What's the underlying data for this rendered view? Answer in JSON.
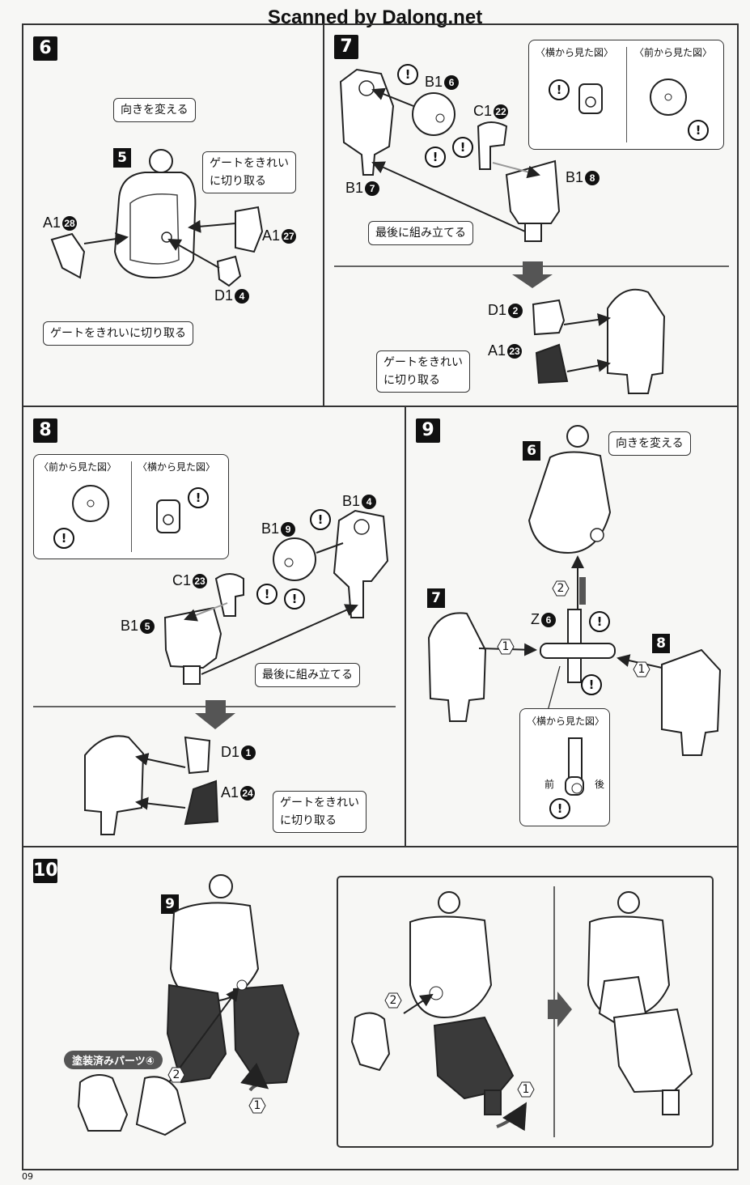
{
  "watermark": "Scanned by Dalong.net",
  "page_number": "09",
  "steps": {
    "s6": {
      "number": "6",
      "subassembly": "5",
      "notes": {
        "turn": "向きを変える",
        "gate_top": "ゲートをきれい\nに切り取る",
        "gate_bottom": "ゲートをきれいに切り取る"
      },
      "parts": {
        "a1_28": "A1",
        "a1_28_n": "28",
        "a1_27": "A1",
        "a1_27_n": "27",
        "d1_4": "D1",
        "d1_4_n": "4"
      }
    },
    "s7": {
      "number": "7",
      "views": {
        "side": "〈横から見た図〉",
        "front": "〈前から見た図〉"
      },
      "notes": {
        "last": "最後に組み立てる",
        "gate": "ゲートをきれい\nに切り取る"
      },
      "parts": {
        "b1_6": "B1",
        "b1_6_n": "6",
        "c1_22": "C1",
        "c1_22_n": "22",
        "b1_8": "B1",
        "b1_8_n": "8",
        "b1_7": "B1",
        "b1_7_n": "7",
        "d1_2": "D1",
        "d1_2_n": "2",
        "a1_23": "A1",
        "a1_23_n": "23"
      }
    },
    "s8": {
      "number": "8",
      "views": {
        "front": "〈前から見た図〉",
        "side": "〈横から見た図〉"
      },
      "notes": {
        "last": "最後に組み立てる",
        "gate": "ゲートをきれい\nに切り取る"
      },
      "parts": {
        "b1_4": "B1",
        "b1_4_n": "4",
        "b1_9": "B1",
        "b1_9_n": "9",
        "c1_23": "C1",
        "c1_23_n": "23",
        "b1_5": "B1",
        "b1_5_n": "5",
        "d1_1": "D1",
        "d1_1_n": "1",
        "a1_24": "A1",
        "a1_24_n": "24"
      }
    },
    "s9": {
      "number": "9",
      "sub6": "6",
      "sub7": "7",
      "sub8": "8",
      "notes": {
        "turn": "向きを変える"
      },
      "view": {
        "side": "〈横から見た図〉",
        "front": "前",
        "back": "後"
      },
      "parts": {
        "z6": "Z",
        "z6_n": "6"
      },
      "order": {
        "one": "1",
        "two": "2"
      }
    },
    "s10": {
      "number": "10",
      "sub9": "9",
      "badge": "塗装済みパーツ④",
      "order": {
        "one": "1",
        "two": "2"
      }
    }
  },
  "warn_symbol": "!"
}
